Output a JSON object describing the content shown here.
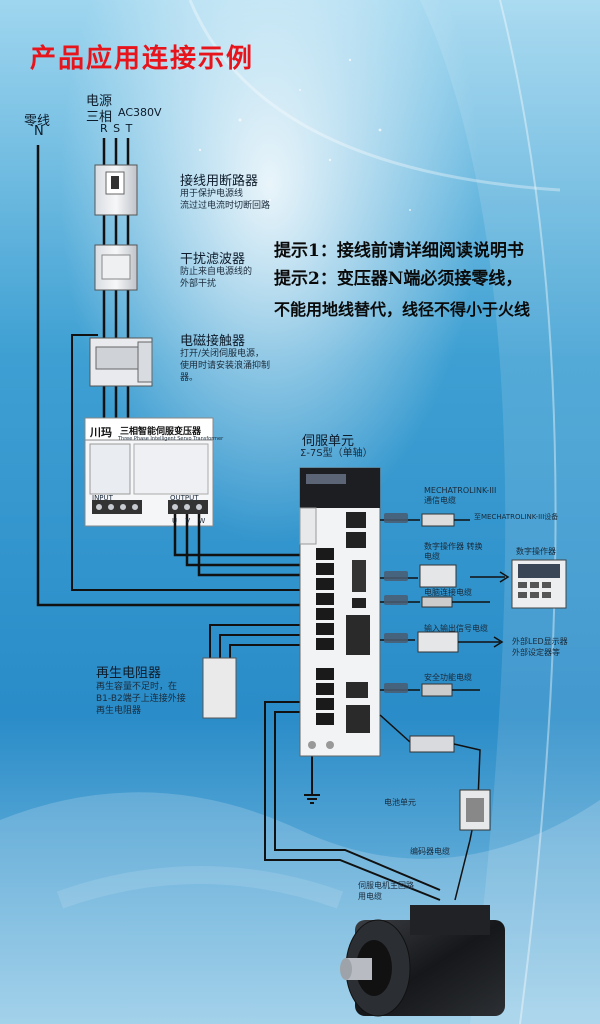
{
  "title": "产品应用连接示例",
  "power": {
    "neutral_label": "零线",
    "neutral_n": "N",
    "source_label": "电源",
    "three_phase": "三相",
    "ac_spec": "AC380V",
    "phases": "R S T"
  },
  "breaker": {
    "title": "接线用断路器",
    "desc1": "用于保护电源线",
    "desc2": "流过过电流时切断回路"
  },
  "filter": {
    "title": "干扰滤波器",
    "desc1": "防止来自电源线的",
    "desc2": "外部干扰"
  },
  "contactor": {
    "title": "电磁接触器",
    "desc1": "打开/关闭伺服电源，",
    "desc2": "使用时请安装浪涌抑制",
    "desc3": "器。"
  },
  "tips": {
    "tip1": "提示1：接线前请详细阅读说明书",
    "tip2": "提示2：变压器N端必须接零线，",
    "tip3": "不能用地线替代，线径不得小于火线"
  },
  "transformer": {
    "brand": "川玛",
    "name": "三相智能伺服变压器",
    "en": "Three Phase Intelligent Servo Transformer",
    "input": "INPUT",
    "output": "OUTPUT",
    "uvw": "U V W"
  },
  "servo": {
    "title": "伺服单元",
    "model": "Σ-7S型（单轴）"
  },
  "peripherals": {
    "cable1": "MECHATROLINK-III 通信电缆",
    "cable1_right": "至MECHATROLINK-III设备",
    "cable2": "数字操作器 转换电缆",
    "operator": "数字操作器",
    "cable3": "电脑连接电缆",
    "cable4": "输入输出信号电缆",
    "ioright1": "外部LED显示器",
    "ioright2": "外部设定器等",
    "cable5": "安全功能电缆",
    "battery": "电池单元",
    "encoder": "编码器电缆",
    "motor_cable1": "伺服电机主回路",
    "motor_cable2": "用电缆"
  },
  "regen": {
    "title": "再生电阻器",
    "desc1": "再生容量不足时，在",
    "desc2": "B1-B2端子上连接外接",
    "desc3": "再生电阻器"
  }
}
